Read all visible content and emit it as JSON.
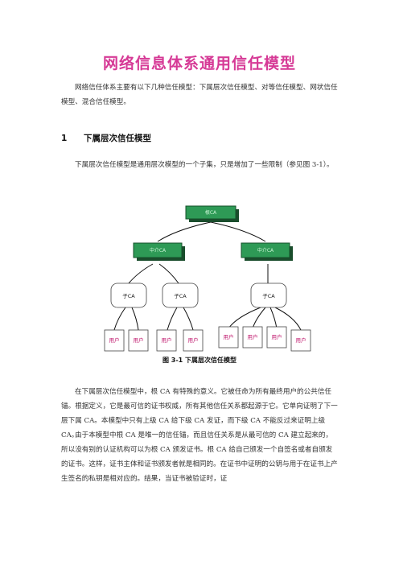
{
  "document": {
    "title": "网络信息体系通用信任模型",
    "intro": "网络信任体系主要有以下几种信任模型：下属层次信任模型、对等信任模型、网状信任模型、混合信任模型。",
    "section": {
      "number": "1",
      "title": "下属层次信任模型"
    },
    "section_para": "下属层次信任模型是通用层次模型的一个子集，只是增加了一些限制（参见图 3-1）。",
    "figure": {
      "caption": "图 3-1  下属层次信任模型",
      "root": "根CA",
      "intermediates": [
        "中介CA",
        "中介CA"
      ],
      "subs": [
        "子CA",
        "子CA",
        "子CA"
      ],
      "users": [
        "用户",
        "用户",
        "用户",
        "用户",
        "用户",
        "用户",
        "用户",
        "用户"
      ]
    },
    "para3": "在下属层次信任模型中，根 CA 有特殊的意义。它被任命为所有最终用户的公共信任锚。根据定义，它是最可信的证书权威，所有其他信任关系都起源于它。它单向证明了下一层下属 CA。本模型中只有上级 CA 给下级 CA 发证，而下级 CA 不能反过来证明上级 CA。",
    "para4": "由于本模型中根 CA 是唯一的信任锚，而且信任关系是从最可信的 CA 建立起来的，所以没有别的认证机构可以为根 CA 颁发证书。根 CA 给自己颁发一个自签名或者自颁发的证书。这样，证书主体和证书颁发者就是相同的。在证书中证明的公钥与用于在证书上产生签名的私钥是相对应的。结果，当证书被验证时，证"
  }
}
